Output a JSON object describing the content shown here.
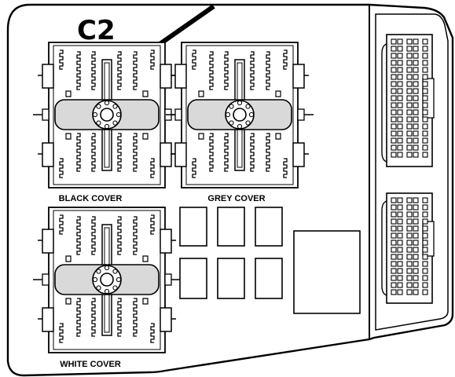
{
  "diagram": {
    "title": "C2",
    "connectors": [
      {
        "label": "BLACK COVER",
        "fill": "#d9d9d9"
      },
      {
        "label": "GREY COVER",
        "fill": "#d9d9d9"
      },
      {
        "label": "WHITE COVER",
        "fill": "#d9d9d9"
      }
    ],
    "colors": {
      "stroke": "#000000",
      "background": "#ffffff",
      "hub": "#d9d9d9"
    }
  }
}
